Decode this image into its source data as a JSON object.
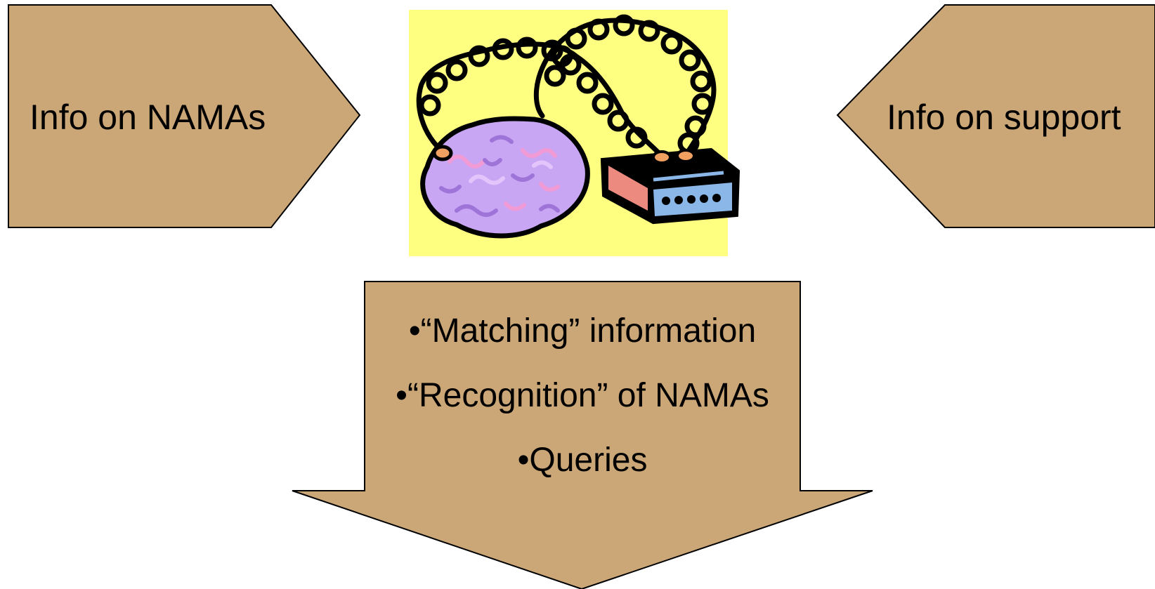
{
  "colors": {
    "arrow_fill": "#cba677",
    "stroke": "#000000",
    "clipart_bg": "#fefe80",
    "brain": "#c8a6f4",
    "brain_pink": "#f09ad6",
    "brain_purple": "#9f74d8",
    "box_blue": "#8ab7e8",
    "box_pink": "#ec8a80",
    "connector": "#f0a060"
  },
  "left_arrow": {
    "label": "Info on NAMAs"
  },
  "right_arrow": {
    "label": "Info on support"
  },
  "center_image": {
    "icon": "brain-computer-network-clipart"
  },
  "down_arrow": {
    "bullets": [
      "•“Matching” information",
      "•“Recognition” of NAMAs",
      "•Queries"
    ]
  }
}
